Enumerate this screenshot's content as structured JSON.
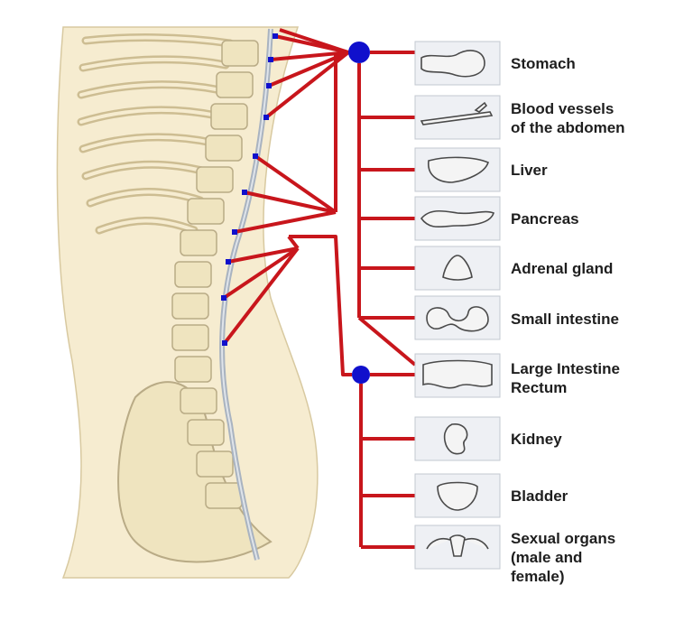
{
  "colors": {
    "nerve": "#c8161c",
    "ganglion": "#1010cc",
    "skin": "#f6ecd0",
    "bone": "#efe4bf",
    "bone_outline": "#b9ab86",
    "thumbnail_bg": "#eef0f4",
    "label_text": "#1e1e1e"
  },
  "organs": [
    {
      "id": "stomach",
      "lines": [
        "Stomach"
      ],
      "icon": "stomach-icon"
    },
    {
      "id": "abdominal-vessels",
      "lines": [
        "Blood vessels",
        "of the abdomen"
      ],
      "icon": "blood-vessel-icon"
    },
    {
      "id": "liver",
      "lines": [
        "Liver"
      ],
      "icon": "liver-icon"
    },
    {
      "id": "pancreas",
      "lines": [
        "Pancreas"
      ],
      "icon": "pancreas-icon"
    },
    {
      "id": "adrenal-gland",
      "lines": [
        "Adrenal gland"
      ],
      "icon": "adrenal-gland-icon"
    },
    {
      "id": "small-intestine",
      "lines": [
        "Small intestine"
      ],
      "icon": "small-intestine-icon"
    },
    {
      "id": "large-intestine",
      "lines": [
        "Large Intestine",
        "Rectum"
      ],
      "icon": "large-intestine-icon"
    },
    {
      "id": "kidney",
      "lines": [
        "Kidney"
      ],
      "icon": "kidney-icon"
    },
    {
      "id": "bladder",
      "lines": [
        "Bladder"
      ],
      "icon": "bladder-icon"
    },
    {
      "id": "sexual-organs",
      "lines": [
        "Sexual organs",
        "(male and",
        "female)"
      ],
      "icon": "reproductive-organs-icon"
    }
  ]
}
